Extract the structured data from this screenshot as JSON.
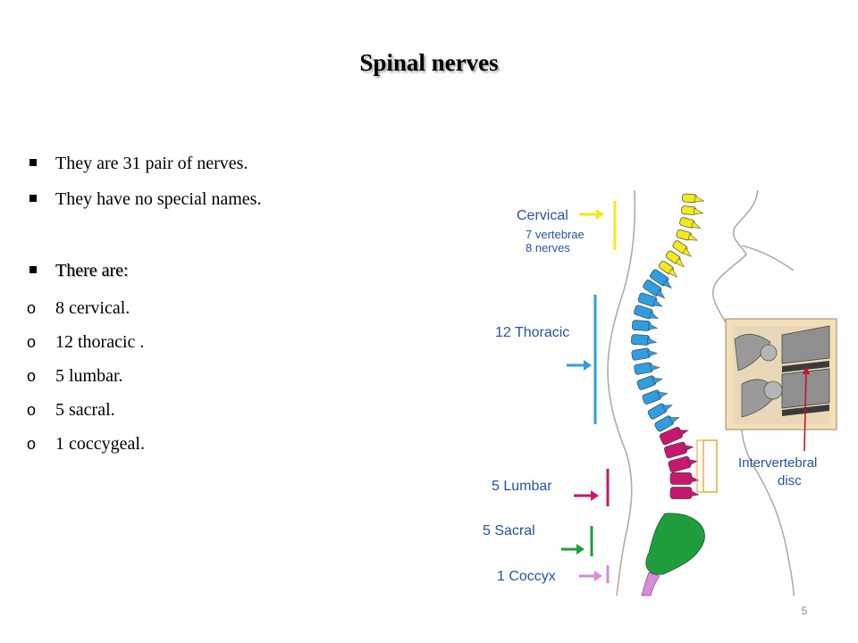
{
  "slide": {
    "title": "Spinal nerves",
    "bullets": [
      {
        "marker": "square",
        "text": "They are 31 pair of nerves."
      },
      {
        "marker": "square",
        "text": "They have no special names."
      },
      {
        "marker": "square",
        "text": "There are:"
      },
      {
        "marker": "circle",
        "text": "8 cervical."
      },
      {
        "marker": "circle",
        "text": "12 thoracic ."
      },
      {
        "marker": "circle",
        "text": "5 lumbar."
      },
      {
        "marker": "circle",
        "text": "5 sacral."
      },
      {
        "marker": "circle",
        "text": "1 coccygeal."
      }
    ],
    "page_number": "5"
  },
  "figure": {
    "labels": {
      "cervical": "Cervical",
      "cervical_vertebrae": "7 vertebrae",
      "cervical_nerves": "8 nerves",
      "thoracic": "12 Thoracic",
      "lumbar": "5 Lumbar",
      "sacral": "5 Sacral",
      "coccyx": "1 Coccyx",
      "disc_line1": "Intervertebral",
      "disc_line2": "disc"
    },
    "colors": {
      "cervical": "#f2ea1a",
      "thoracic": "#2f9de0",
      "lumbar": "#c8176e",
      "sacral": "#1e9e3c",
      "coccyx": "#d98ad6",
      "label": "#2553a6",
      "inset_background": "#f3dfb6",
      "inset_arrow": "#c0152f"
    }
  }
}
